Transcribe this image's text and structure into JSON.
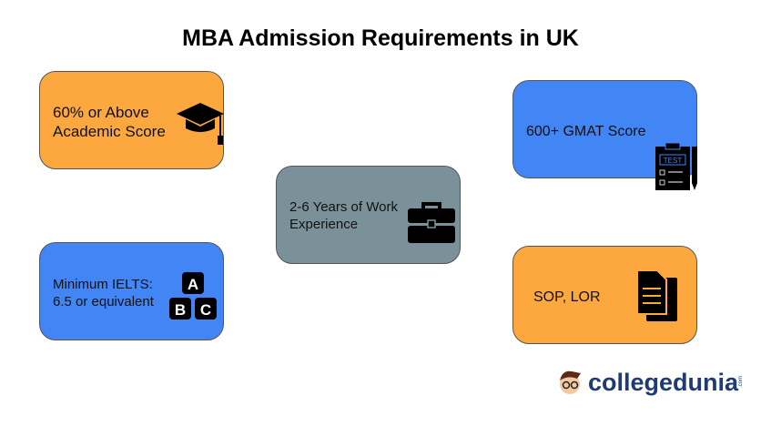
{
  "title": "MBA Admission Requirements in UK",
  "boxes": {
    "academic": {
      "line1": "60% or Above",
      "line2": "Academic Score",
      "color": "#fca83f",
      "icon": "graduation-cap-icon"
    },
    "ielts": {
      "line1": "Minimum IELTS:",
      "line2": "6.5 or equivalent",
      "color": "#4285f4",
      "icon": "abc-blocks-icon",
      "icon_letters": [
        "A",
        "B",
        "C"
      ]
    },
    "work": {
      "line1": "2-6 Years of Work",
      "line2": "Experience",
      "color": "#7b919a",
      "icon": "briefcase-icon"
    },
    "gmat": {
      "label": "600+ GMAT Score",
      "color": "#4285f4",
      "icon": "test-clipboard-icon",
      "icon_text": "TEST"
    },
    "sop": {
      "label": "SOP, LOR",
      "color": "#fca83f",
      "icon": "documents-icon"
    }
  },
  "logo": {
    "text": "collegedunia",
    "suffix": ".com"
  }
}
